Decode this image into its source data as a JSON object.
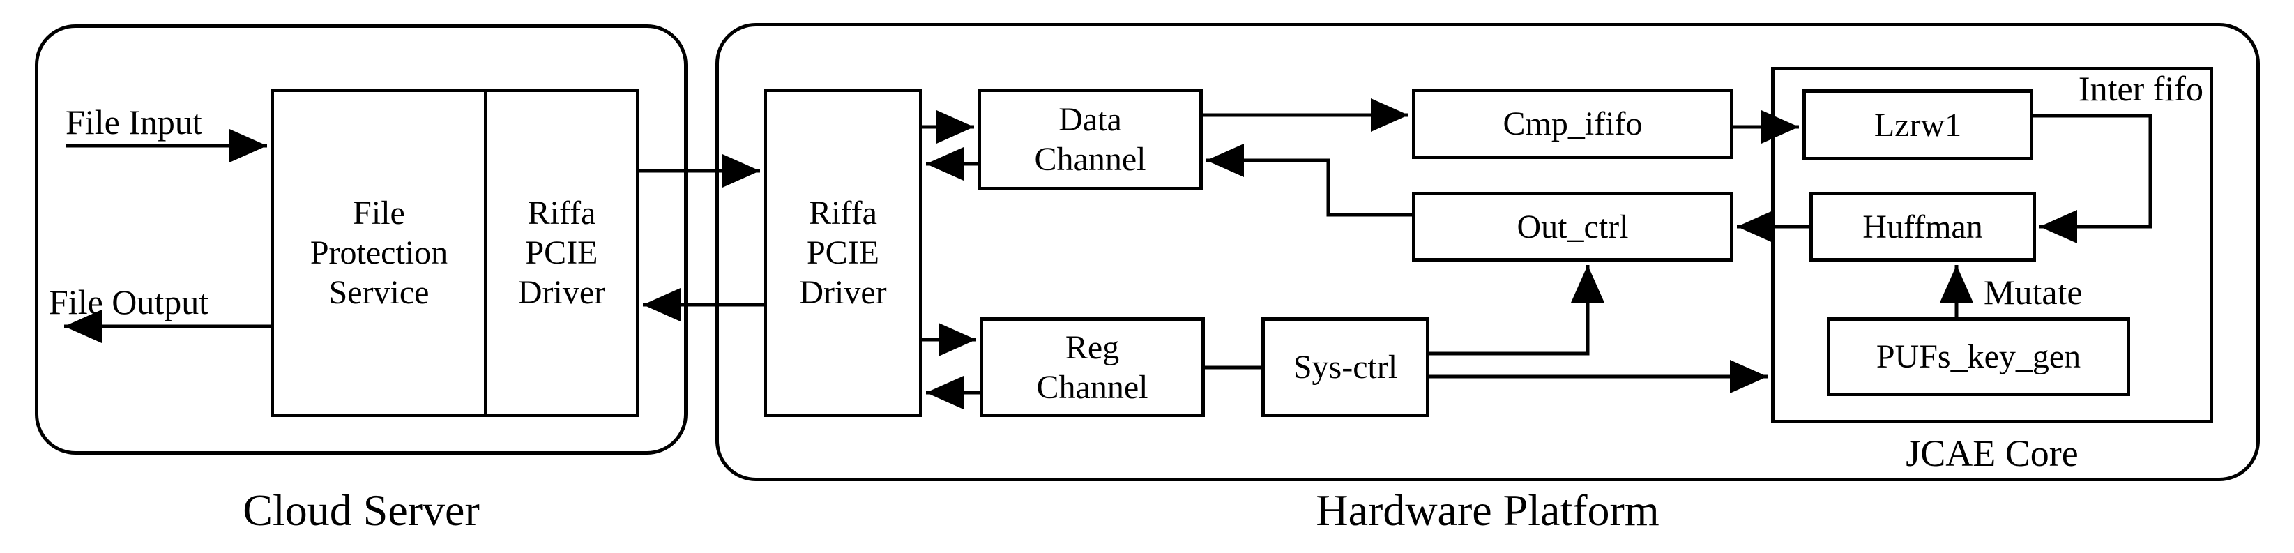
{
  "colors": {
    "line": "#000000",
    "background": "#ffffff",
    "text": "#000000"
  },
  "cloud_server": {
    "label": "Cloud Server",
    "file_input_label": "File Input",
    "file_output_label": "File Output",
    "fps_box": {
      "lines": [
        "File",
        "Protection",
        "Service"
      ]
    },
    "riffa_box": {
      "lines": [
        "Riffa",
        "PCIE",
        "Driver"
      ]
    }
  },
  "hardware_platform": {
    "label": "Hardware Platform",
    "riffa_box": {
      "lines": [
        "Riffa",
        "PCIE",
        "Driver"
      ]
    },
    "data_channel": {
      "lines": [
        "Data",
        "Channel"
      ]
    },
    "reg_channel": {
      "lines": [
        "Reg",
        "Channel"
      ]
    },
    "sys_ctrl": {
      "label": "Sys-ctrl"
    },
    "cmp_ififo": {
      "label": "Cmp_ififo"
    },
    "out_ctrl": {
      "label": "Out_ctrl"
    },
    "jcae_core": {
      "label": "JCAE Core",
      "inter_fifo_label": "Inter fifo",
      "lzrw1": {
        "label": "Lzrw1"
      },
      "huffman": {
        "label": "Huffman"
      },
      "pufs_key_gen": {
        "label": "PUFs_key_gen"
      },
      "mutate_label": "Mutate"
    }
  }
}
